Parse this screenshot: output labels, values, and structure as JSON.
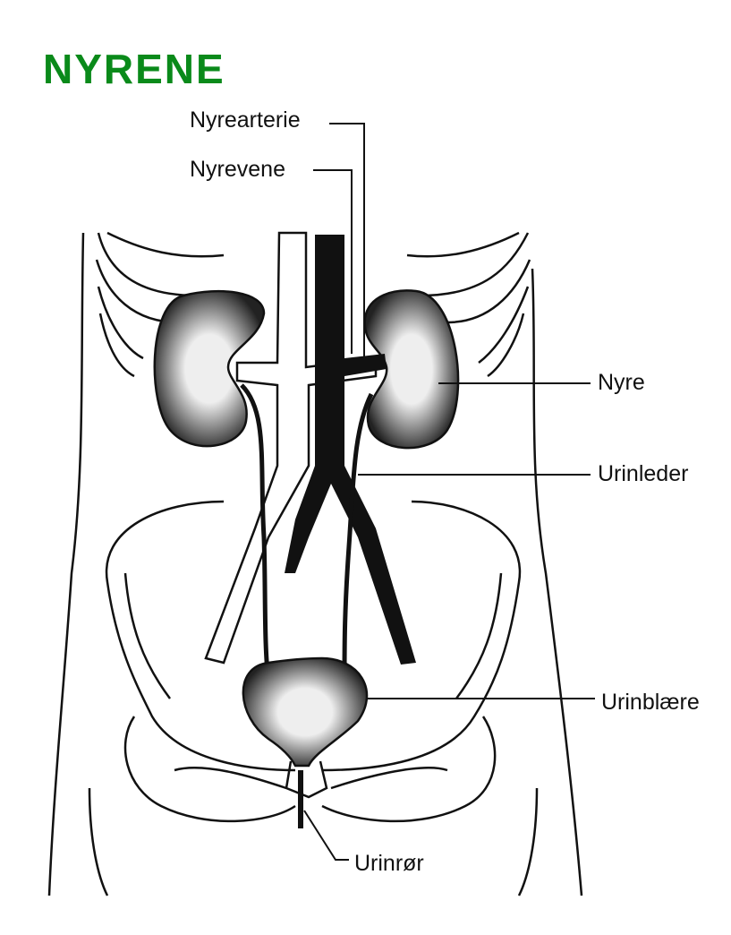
{
  "title": "NYRENE",
  "title_color": "#0a8a1a",
  "labels": {
    "renal_artery": "Nyrearterie",
    "renal_vein": "Nyrevene",
    "kidney": "Nyre",
    "ureter": "Urinleder",
    "bladder": "Urinblære",
    "urethra": "Urinrør"
  }
}
